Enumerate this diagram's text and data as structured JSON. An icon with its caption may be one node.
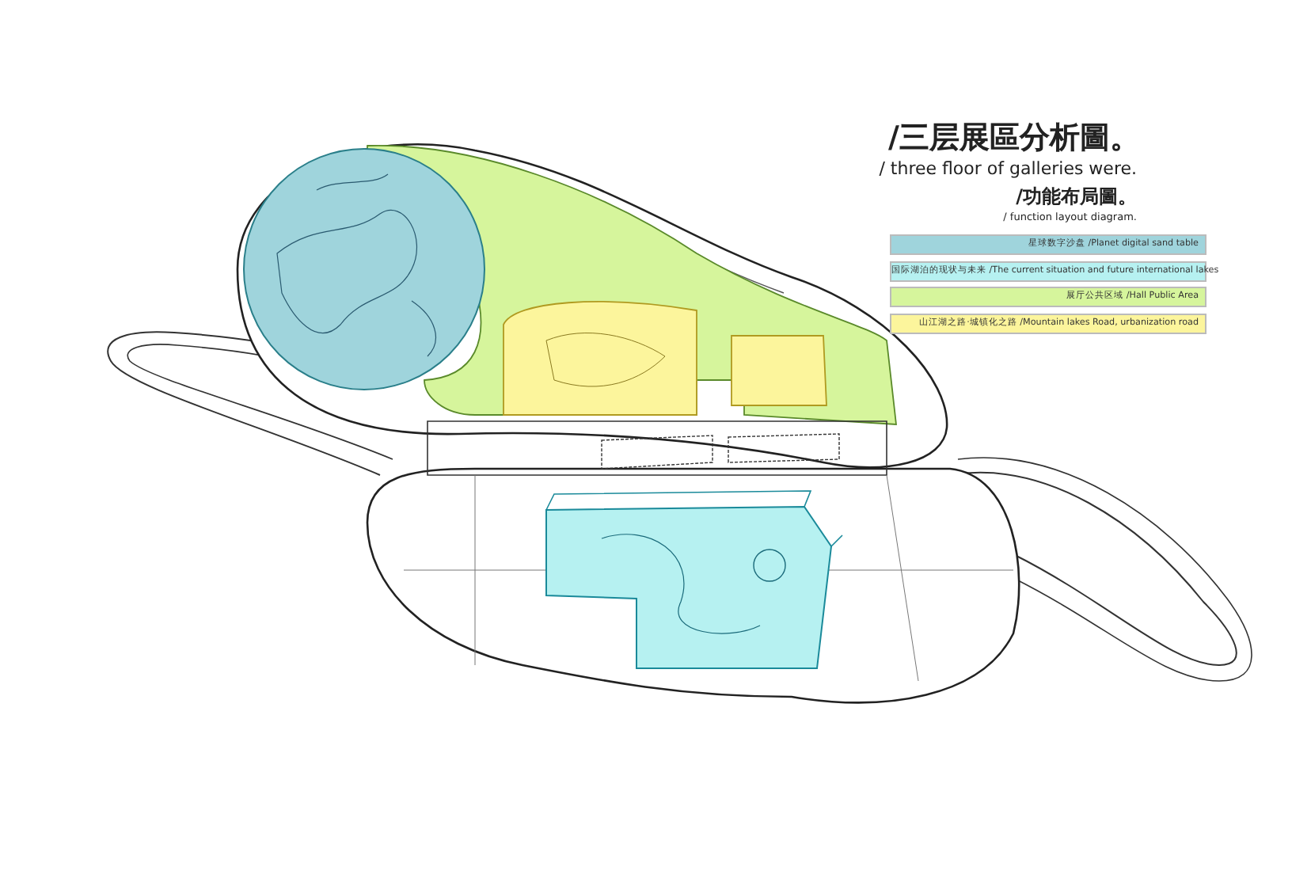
{
  "diagram": {
    "title": "/三层展區分析圖。",
    "labels": [
      "/ three floor of galleries were.",
      "/功能布局圖。",
      "/ function layout diagram."
    ],
    "legend": [
      {
        "text": "星球数字沙盘 /Planet digital sand table",
        "color": "#9fd4dc"
      },
      {
        "text": "国际湖泊的现状与未来 /The current situation and future international lakes",
        "color": "#b6f1f1"
      },
      {
        "text": "展厅公共区域 /Hall Public Area",
        "color": "#d6f59c"
      },
      {
        "text": "山江湖之路·城镇化之路 /Mountain lakes Road, urbanization road",
        "color": "#fcf59c"
      }
    ]
  }
}
